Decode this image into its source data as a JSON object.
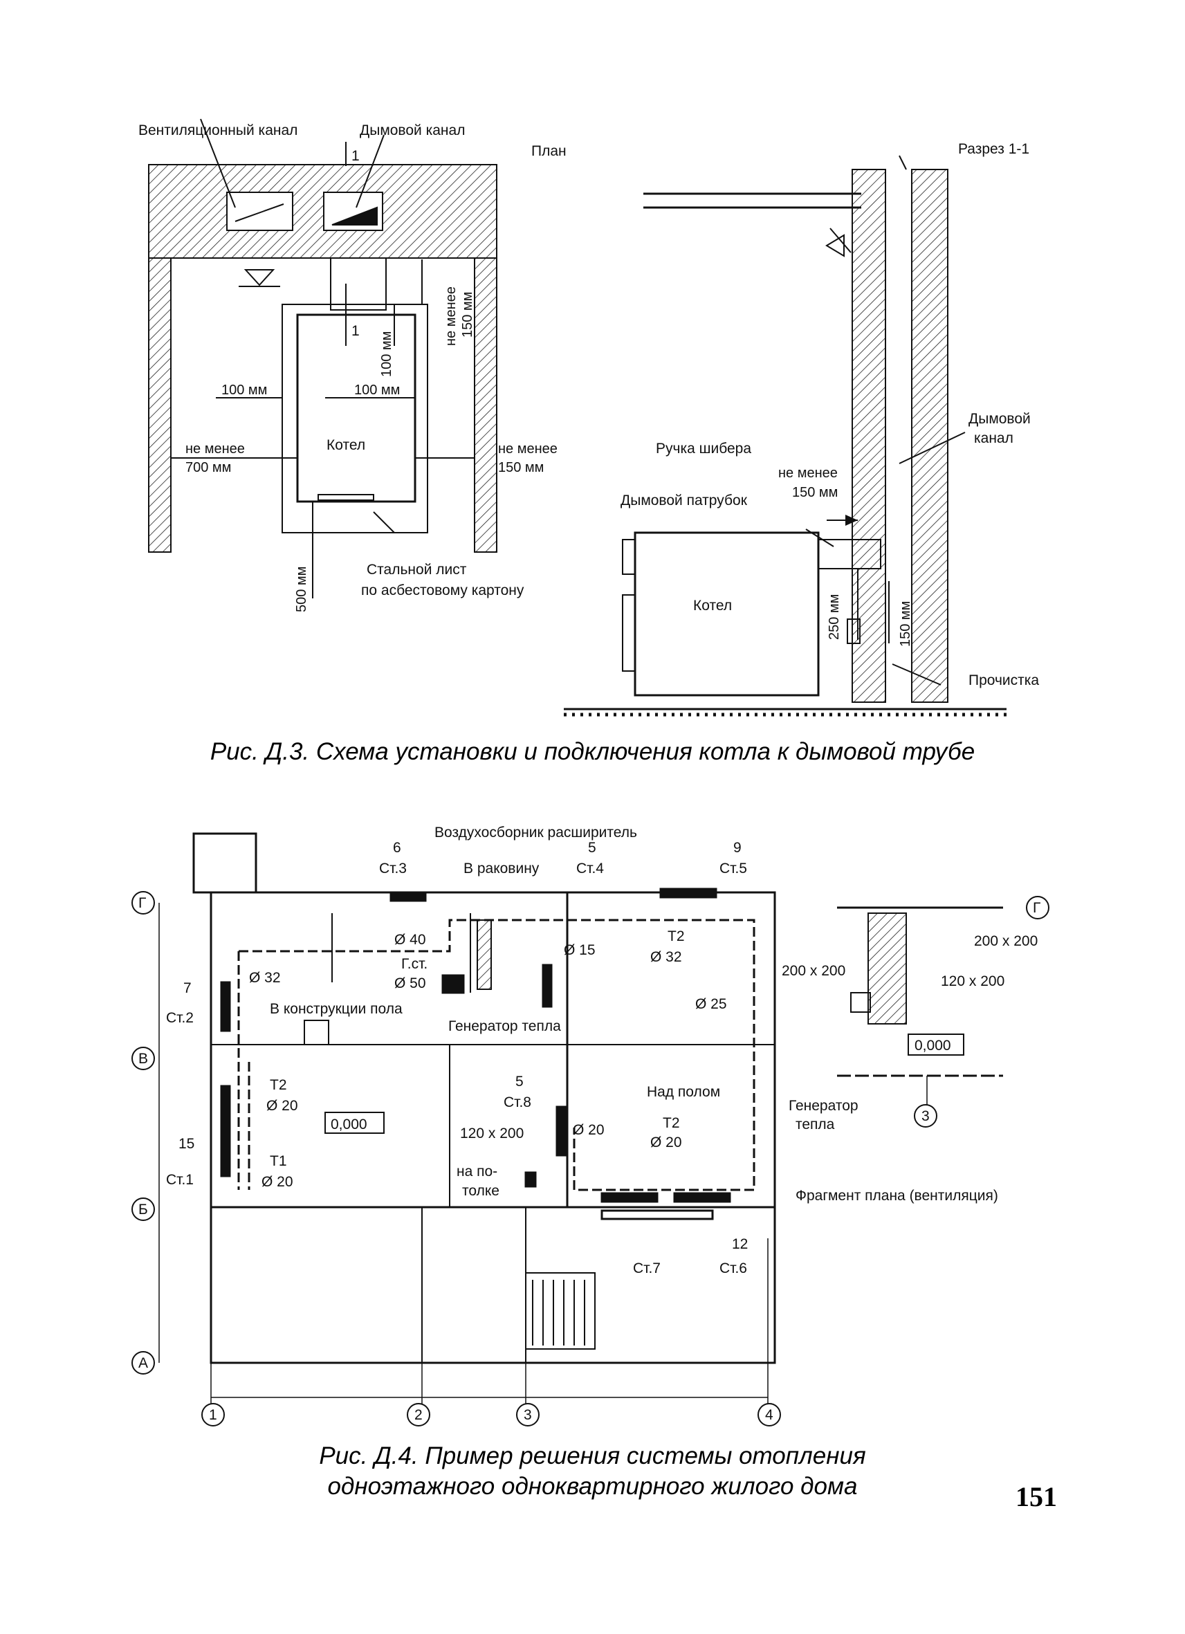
{
  "fig3": {
    "plan_title": "План",
    "section_title": "Разрез 1-1",
    "vent_channel": "Вентиляционный канал",
    "smoke_channel": "Дымовой канал",
    "section_mark": "1",
    "not_less_1": "не менее",
    "mm150": "150 мм",
    "mm100": "100 мм",
    "mm700": "700 мм",
    "mm500": "500 мм",
    "mm250": "250 мм",
    "boiler": "Котел",
    "steel_sheet_1": "Стальной лист",
    "steel_sheet_2": "по асбестовому картону",
    "damper_handle": "Ручка шибера",
    "flue_pipe": "Дымовой патрубок",
    "smoke_channel_1": "Дымовой",
    "smoke_channel_2": "канал",
    "cleanout": "Прочистка",
    "caption": "Рис. Д.3. Схема установки и подключения котла к дымовой трубе"
  },
  "fig4": {
    "air_collector": "Воздухосборник расширитель",
    "to_sink": "В раковину",
    "st6_top": "6",
    "st6_bot": "Ст.3",
    "st5_top": "5",
    "st5_bot": "Ст.4",
    "st9_top": "9",
    "st9_bot": "Ст.5",
    "st7_top": "7",
    "st7_bot": "Ст.2",
    "st15_top": "15",
    "st15_bot": "Ст.1",
    "st8_top": "5",
    "st8_bot": "Ст.8",
    "st7b": "Ст.7",
    "st12_top": "12",
    "st12_bot": "Ст.6",
    "d40": "Ø 40",
    "gst": "Г.ст.",
    "d50": "Ø 50",
    "d15": "Ø 15",
    "t2": "Т2",
    "d32": "Ø 32",
    "d25": "Ø 25",
    "d20": "Ø 20",
    "t1": "Т1",
    "in_floor": "В конструкции пола",
    "heat_gen": "Генератор тепла",
    "above_floor": "Над полом",
    "level": "0,000",
    "duct": "120 х 200",
    "on_ceiling_1": "на по-",
    "on_ceiling_2": "толке",
    "axes_rows": [
      "Г",
      "В",
      "Б",
      "А"
    ],
    "axes_cols": [
      "1",
      "2",
      "3",
      "4"
    ],
    "frag_200a": "200 х 200",
    "frag_200b": "200 х 200",
    "frag_120": "120 х 200",
    "frag_level": "0,000",
    "frag_gen_1": "Генератор",
    "frag_gen_2": "тепла",
    "frag_axis_g": "Г",
    "frag_axis_3": "3",
    "frag_title": "Фрагмент плана (вентиляция)",
    "caption_1": "Рис. Д.4. Пример решения системы отопления",
    "caption_2": "одноэтажного одноквартирного жилого дома"
  },
  "page_number": "151"
}
